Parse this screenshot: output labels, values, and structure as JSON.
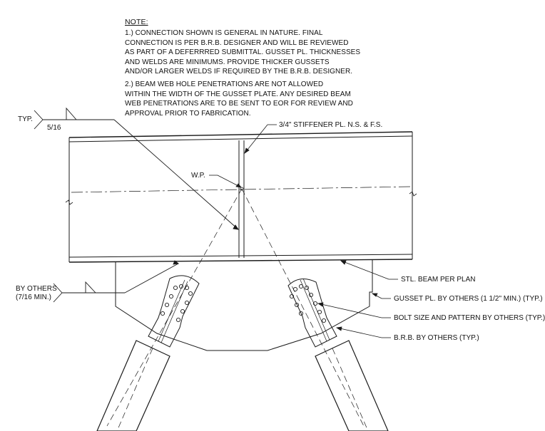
{
  "notes": {
    "title": "NOTE:",
    "items": [
      "1.) CONNECTION SHOWN IS GENERAL IN NATURE. FINAL\nCONNECTION IS PER B.R.B. DESIGNER AND WILL BE REVIEWED\nAS PART OF A DEFERRRED SUBMITTAL. GUSSET PL. THICKNESSES\nAND WELDS ARE MINIMUMS. PROVIDE THICKER GUSSETS\nAND/OR LARGER WELDS IF REQUIRED BY THE B.R.B. DESIGNER.",
      "2.) BEAM WEB HOLE PENETRATIONS ARE NOT ALLOWED\nWITHIN THE WIDTH OF THE GUSSET PLATE. ANY DESIRED BEAM\nWEB PENETRATIONS ARE TO BE SENT TO EOR FOR REVIEW AND\nAPPROVAL PRIOR TO FABRICATION."
    ]
  },
  "weld_symbols": {
    "top": {
      "tail": "TYP.",
      "size": "5/16"
    },
    "gusset": {
      "tail_line1": "BY OTHERS",
      "tail_line2": "(7/16 MIN.)"
    }
  },
  "callouts": {
    "stiffener": "3/4\" STIFFENER PL. N.S. & F.S.",
    "work_point": "W.P.",
    "beam": "STL. BEAM PER PLAN",
    "gusset": "GUSSET PL. BY OTHERS (1 1/2\" MIN.) (TYP.)",
    "bolts": "BOLT SIZE AND PATTERN BY OTHERS (TYP.)",
    "brb": "B.R.B. BY OTHERS (TYP.)"
  }
}
